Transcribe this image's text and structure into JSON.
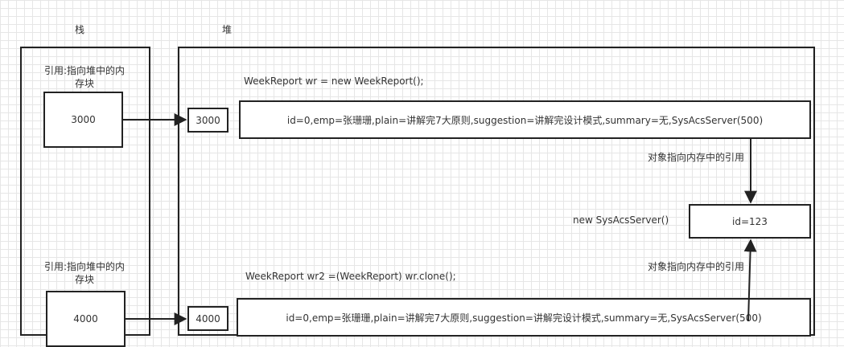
{
  "stack": {
    "title": "栈",
    "ref_label_1": "引用:指向堆中的内存块",
    "ref_value_1": "3000",
    "ref_label_2": "引用:指向堆中的内存块",
    "ref_value_2": "4000"
  },
  "heap": {
    "title": "堆",
    "code_1": "WeekReport wr = new WeekReport();",
    "addr_1": "3000",
    "object_1": "id=0,emp=张珊珊,plain=讲解完7大原则,suggestion=讲解完设计模式,summary=无,SysAcsServer(500)",
    "ref_note_1": "对象指向内存中的引用",
    "server_code": "new SysAcsServer()",
    "server_object": "id=123",
    "ref_note_2": "对象指向内存中的引用",
    "code_2": "WeekReport wr2 =(WeekReport) wr.clone();",
    "addr_2": "4000",
    "object_2": "id=0,emp=张珊珊,plain=讲解完7大原则,suggestion=讲解完设计模式,summary=无,SysAcsServer(500)"
  },
  "colors": {
    "stroke": "#222222",
    "grid": "#e6e6e6",
    "text": "#333333"
  }
}
